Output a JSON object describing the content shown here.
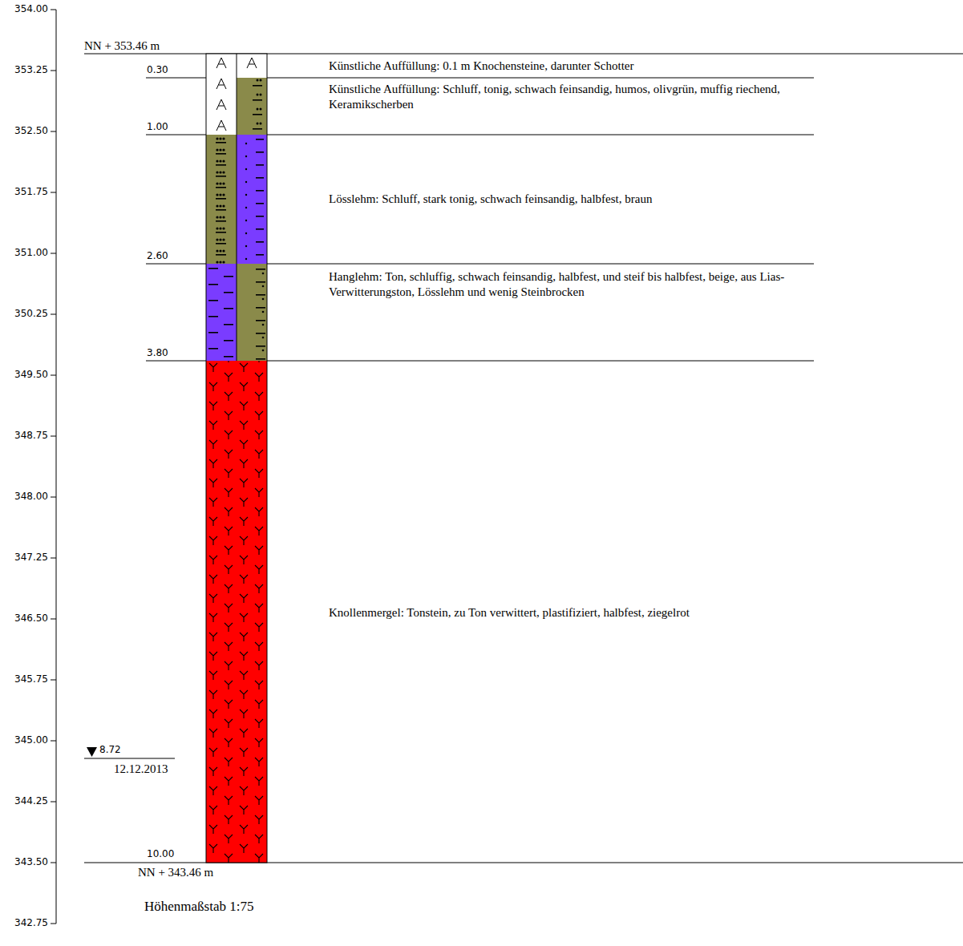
{
  "diagram": {
    "labels": [
      "354.00",
      "353.25",
      "352.50",
      "351.75",
      "351.00",
      "350.25",
      "349.50",
      "348.75",
      "348.00",
      "347.25",
      "346.50",
      "345.75",
      "345.00",
      "344.25",
      "343.50",
      "342.75",
      "NN + 353.46 m",
      "0.30",
      "Künstliche Auffüllung: 0.1 m Knochensteine, darunter Schotter",
      "Künstliche Auffüllung: Schluff, tonig, schwach feinsandig, humos, olivgrün, muffig riechend, Keramikscherben",
      "1.00",
      "Lösslehm: Schluff, stark tonig, schwach feinsandig, halbfest, braun",
      "2.60",
      "Hanglehm: Ton, schluffig, schwach feinsandig, halbfest, und steif bis halbfest, beige, aus Lias-Verwitterungston, Lösslehm und wenig Steinbrocken",
      "3.80",
      "Knollenmergel: Tonstein, zu Ton verwittert, plastifiziert, halbfest, ziegelrot",
      "8.72",
      "12.12.2013",
      "10.00",
      "NN + 343.46 m",
      "Höhenmaßstab 1:75"
    ]
  }
}
